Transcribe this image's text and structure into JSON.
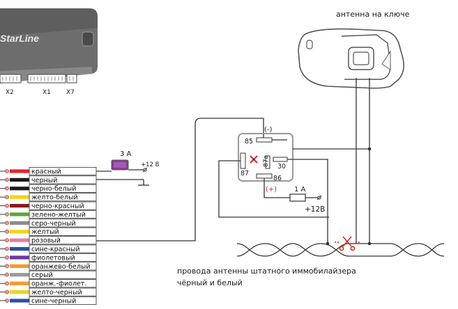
{
  "device": {
    "brand": "StarLine",
    "connectors": [
      "X2",
      "X1",
      "X7"
    ]
  },
  "wires": [
    {
      "label": "красный",
      "color": "#e3262b"
    },
    {
      "label": "черный",
      "color": "#1b1b1b"
    },
    {
      "label": "черно-белый",
      "color": "#1b1b1b"
    },
    {
      "label": "желто-белый",
      "color": "#f2d21a"
    },
    {
      "label": "черно-красный",
      "color": "#8a1a1a"
    },
    {
      "label": "зелено-желтый",
      "color": "#5aa832"
    },
    {
      "label": "серо-черный",
      "color": "#8c8c8c"
    },
    {
      "label": "желтый",
      "color": "#f2d21a"
    },
    {
      "label": "розовый",
      "color": "#e87aa8"
    },
    {
      "label": "сине-красный",
      "color": "#2a4fa8"
    },
    {
      "label": "фиолетовый",
      "color": "#6a3aa0"
    },
    {
      "label": "оранжево-белый",
      "color": "#f29a2e"
    },
    {
      "label": "серый",
      "color": "#9a9a9a"
    },
    {
      "label": "оранж.-фиолет.",
      "color": "#f29a2e"
    },
    {
      "label": "желто-черный",
      "color": "#f2d21a"
    },
    {
      "label": "сине-черный",
      "color": "#2a4fa8"
    }
  ],
  "fuse": {
    "rating": "3 A",
    "voltage": "+12 В",
    "color": "#8a3a9a"
  },
  "relay": {
    "pin85": "85",
    "pin86": "86",
    "pin87": "87",
    "pin87a": "87a",
    "pin30": "30",
    "minus_label": "(-)",
    "plus_label": "(+)"
  },
  "relay_fuse": {
    "rating": "1 A",
    "voltage": "+12В"
  },
  "antenna": {
    "label": "антенна на ключе"
  },
  "cable": {
    "caption_line1": "провода антенны штатного иммобилайзера",
    "caption_line2": "чёрный и белый"
  },
  "colors": {
    "cut_mark": "#d42a2a",
    "accent_red": "#d42a2a"
  }
}
